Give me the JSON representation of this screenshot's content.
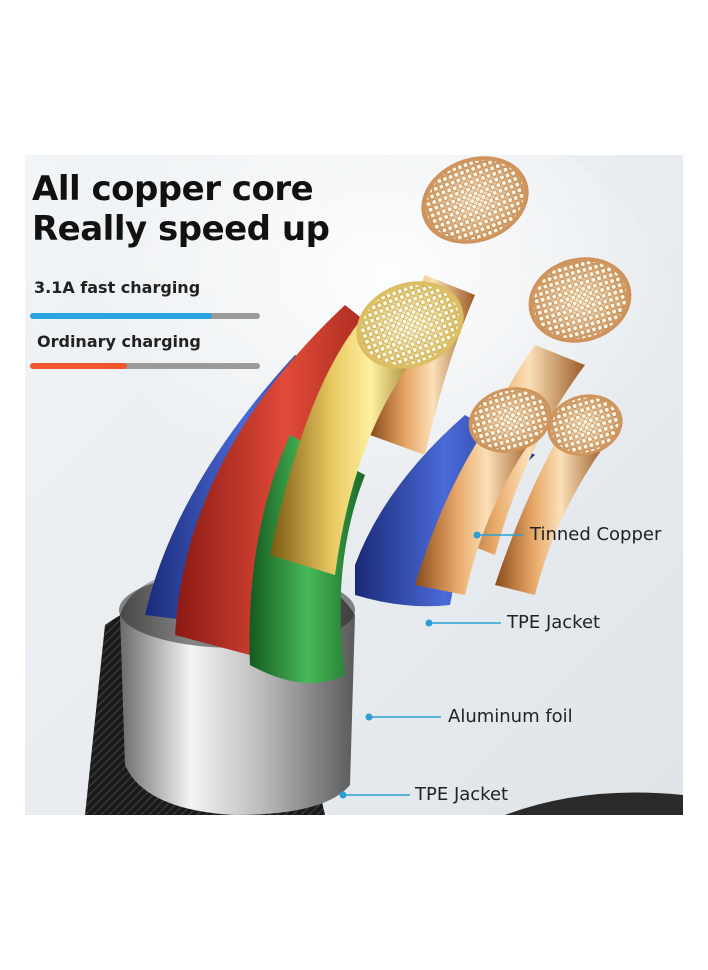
{
  "headline": {
    "line1": "All copper core",
    "line2": "Really speed up"
  },
  "comparison": {
    "fast": {
      "label": "3.1A fast charging",
      "level": 0.79,
      "color": "#2aa3e0"
    },
    "ordinary": {
      "label": "Ordinary charging",
      "level": 0.42,
      "color": "#f0562a"
    },
    "track_color": "#9a9a9a"
  },
  "callouts": {
    "tinned_copper": "Tinned Copper",
    "tpe_jacket_inner": "TPE Jacket",
    "aluminum_foil": "Aluminum foil",
    "tpe_jacket_outer": "TPE Jacket",
    "line_color": "#2a9fd6"
  },
  "colors": {
    "copper": "#e0a060",
    "gold": "#e8c860",
    "red_core": "#d83a30",
    "green_core": "#3aa448",
    "blue_core": "#3a5ac8",
    "foil": "#c8c8c8",
    "jacket": "#1e1e1e"
  }
}
